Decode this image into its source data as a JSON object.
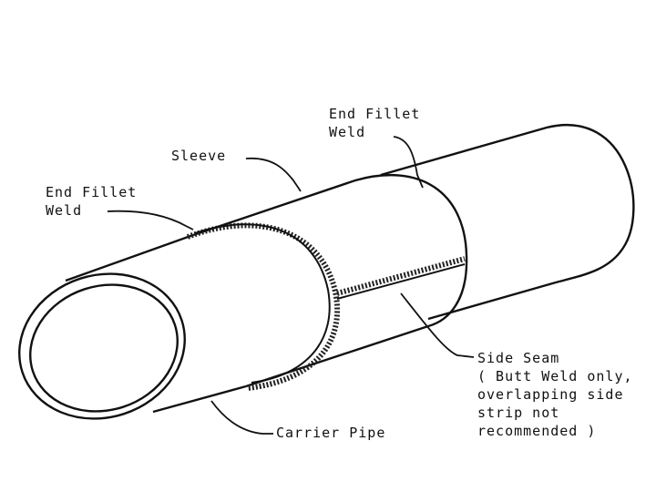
{
  "labels": {
    "end_fillet_weld_right_line1": "End Fillet",
    "end_fillet_weld_right_line2": "Weld",
    "sleeve": "Sleeve",
    "end_fillet_weld_left_line1": "End Fillet",
    "end_fillet_weld_left_line2": "Weld",
    "side_seam_line1": "Side Seam",
    "side_seam_line2": "( Butt Weld only,",
    "side_seam_line3": "overlapping side",
    "side_seam_line4": "strip not",
    "side_seam_line5": "recommended )",
    "carrier_pipe": "Carrier Pipe"
  }
}
